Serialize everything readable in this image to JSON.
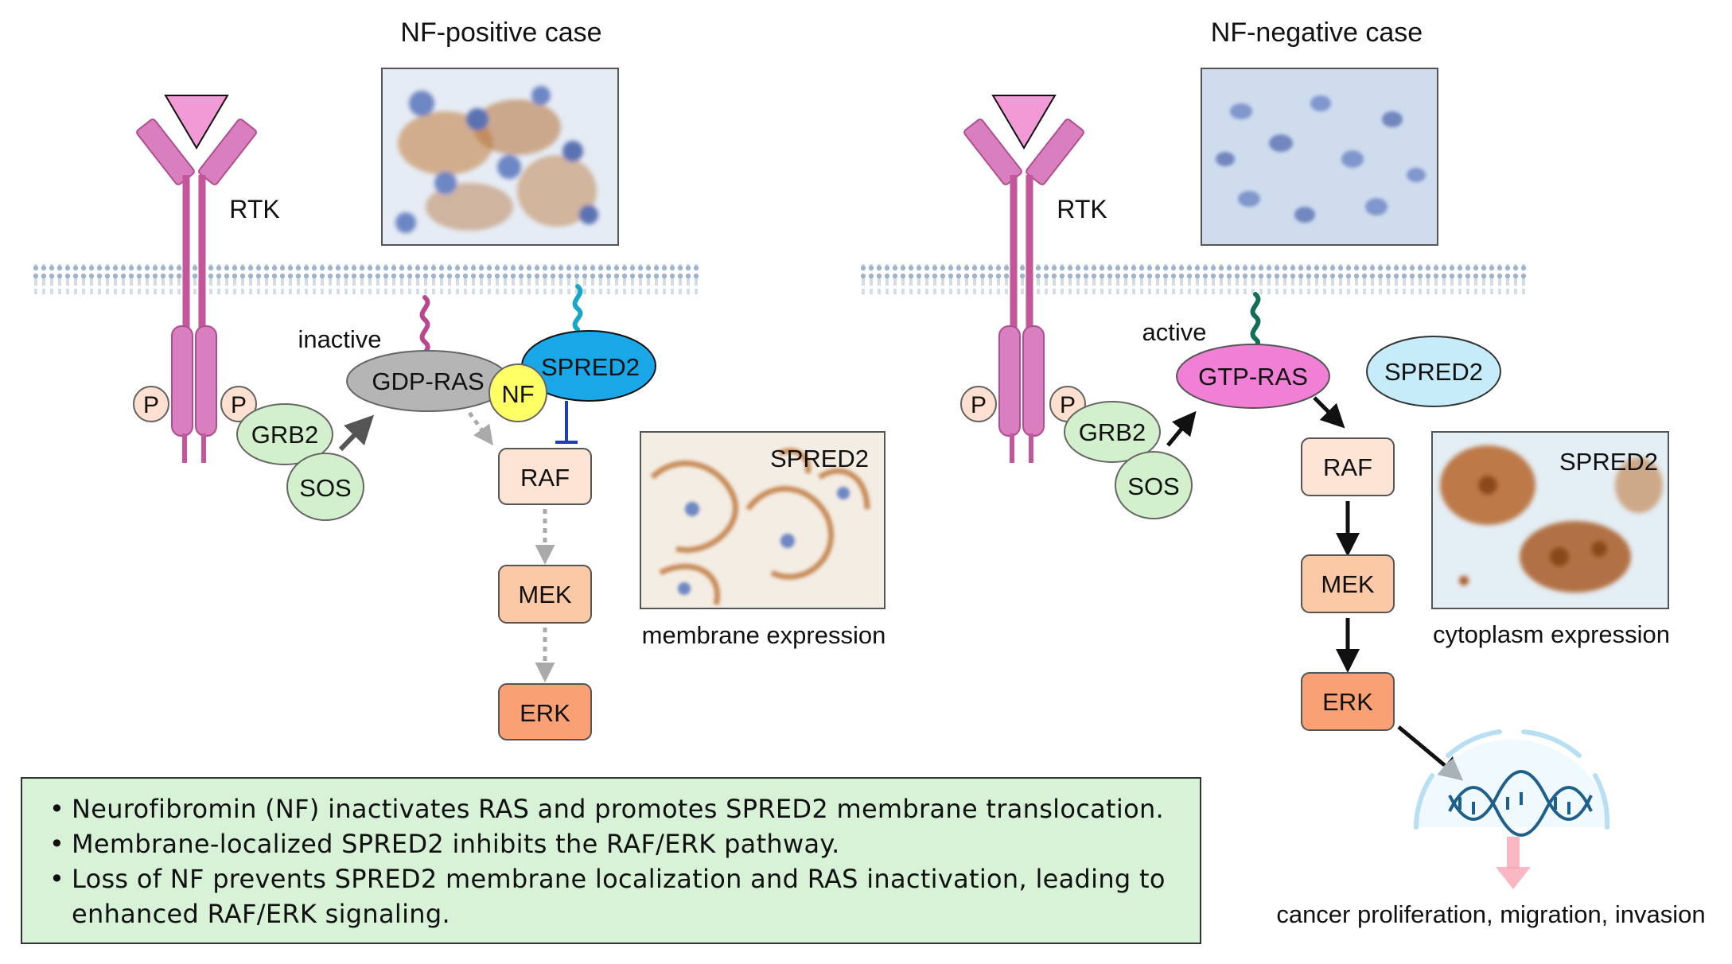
{
  "left_panel": {
    "title": "NF-positive case",
    "receptor_label": "RTK",
    "p_label": "P",
    "grb2": "GRB2",
    "sos": "SOS",
    "ras_state": "inactive",
    "ras": "GDP-RAS",
    "nf": "NF",
    "spred2": "SPRED2",
    "raf": "RAF",
    "mek": "MEK",
    "erk": "ERK",
    "micro_label": "SPRED2",
    "micro_caption": "membrane expression"
  },
  "right_panel": {
    "title": "NF-negative case",
    "receptor_label": "RTK",
    "p_label": "P",
    "grb2": "GRB2",
    "sos": "SOS",
    "ras_state": "active",
    "ras": "GTP-RAS",
    "spred2": "SPRED2",
    "raf": "RAF",
    "mek": "MEK",
    "erk": "ERK",
    "micro_label": "SPRED2",
    "micro_caption": "cytoplasm expression",
    "outcome": "cancer proliferation, migration, invasion"
  },
  "summary": [
    "Neurofibromin (NF) inactivates RAS and promotes SPRED2 membrane translocation.",
    "Membrane-localized SPRED2 inhibits the RAF/ERK pathway.",
    "Loss of NF prevents SPRED2 membrane localization and RAS inactivation, leading to enhanced RAF/ERK signaling."
  ],
  "colors": {
    "receptor": "#c4579c",
    "receptor_light": "#d97fbf",
    "ligand": "#f29ad6",
    "p_fill": "#fde0cf",
    "grb2_fill": "#d2f0cc",
    "gdp_ras_fill": "#b5b5b5",
    "gtp_ras_fill": "#f27fd6",
    "nf_fill": "#ffff66",
    "spred2_active_fill": "#19a7e8",
    "spred2_free_fill": "#c6ecf9",
    "raf_fill": "#fde4d4",
    "mek_fill": "#fcc9a6",
    "erk_fill": "#f9a074",
    "summary_fill": "#d8f2d8",
    "inhibit": "#1f3fb3",
    "stain_brown": "#b06a32",
    "stain_blue": "#6d86c4"
  }
}
